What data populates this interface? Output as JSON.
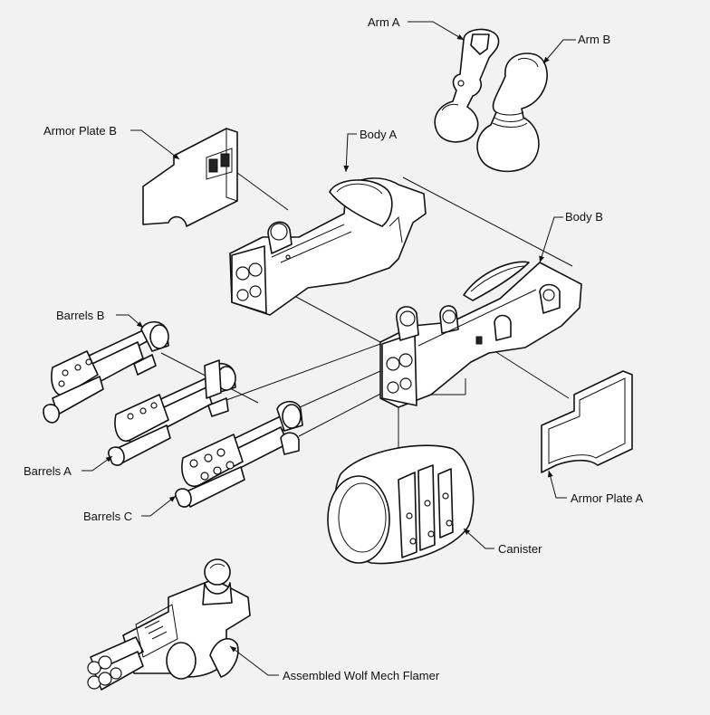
{
  "diagram": {
    "background": "#f2f2f2",
    "line_color": "#111111",
    "labels": {
      "arm_a": "Arm A",
      "arm_b": "Arm B",
      "armor_plate_b": "Armor Plate B",
      "body_a": "Body A",
      "body_b": "Body B",
      "barrels_b": "Barrels B",
      "barrels_a": "Barrels A",
      "barrels_c": "Barrels C",
      "canister": "Canister",
      "armor_plate_a": "Armor Plate A",
      "assembled": "Assembled Wolf Mech Flamer"
    }
  }
}
